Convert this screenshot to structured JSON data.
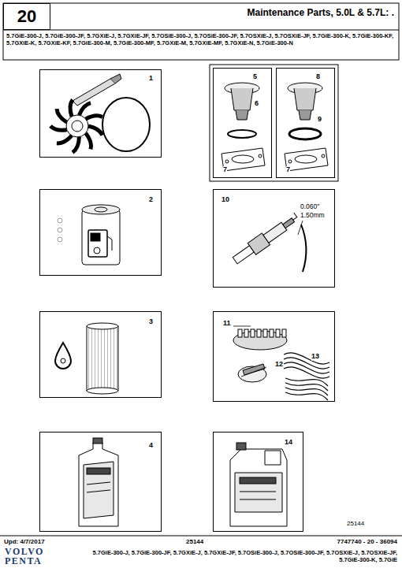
{
  "diagram": {
    "title": "Maintenance Parts, 5.0L & 5.7L: .",
    "nodes": [
      {
        "text": [
          "20"
        ]
      },
      {
        "text": [
          "1"
        ]
      },
      {
        "text": [
          "5",
          "6",
          "7"
        ]
      },
      {
        "text": [
          "8",
          "9",
          "7"
        ]
      },
      {
        "text": [
          "2"
        ]
      },
      {
        "text": [
          "10",
          "0.060\"",
          "1.50mm"
        ]
      },
      {
        "text": [
          "3"
        ]
      },
      {
        "text": [
          "11",
          "12",
          "13"
        ]
      },
      {
        "text": [
          "4"
        ]
      },
      {
        "text": [
          "14"
        ]
      }
    ],
    "labels": [
      "5.7GiE-300-J, 5.7GiE-300-JF, 5.7GXiE-J, 5.7GXiE-JF, 5.7OSiE-300-J, 5.7OSiE-300-JF, 5.7OSXiE-J, 5.7OSXiE-JF, 5.7GiE-300-K, 5.7GiE-300-KF, 5.7GXiE-K, 5.7GXiE-KF, 5.7GiE-300-M, 5.7GiE-300-MF, 5.7GXiE-M, 5.7GXiE-MF, 5.7GXiE-N, 5.7GiE-300-N",
      "25144",
      "Upd: 4/7/2017",
      "25144",
      "7747740 - 20 - 36094",
      "VOLVO",
      "PENTA",
      "5.7GiE-300-J, 5.7GiE-300-JF, 5.7GXiE-J, 5.7GXiE-JF, 5.7OSiE-300-J, 5.7OSiE-300-JF, 5.7OSXiE-J, 5.7OSXiE-JF, 5.7GiE-300-K, 5.7GiE"
    ]
  }
}
